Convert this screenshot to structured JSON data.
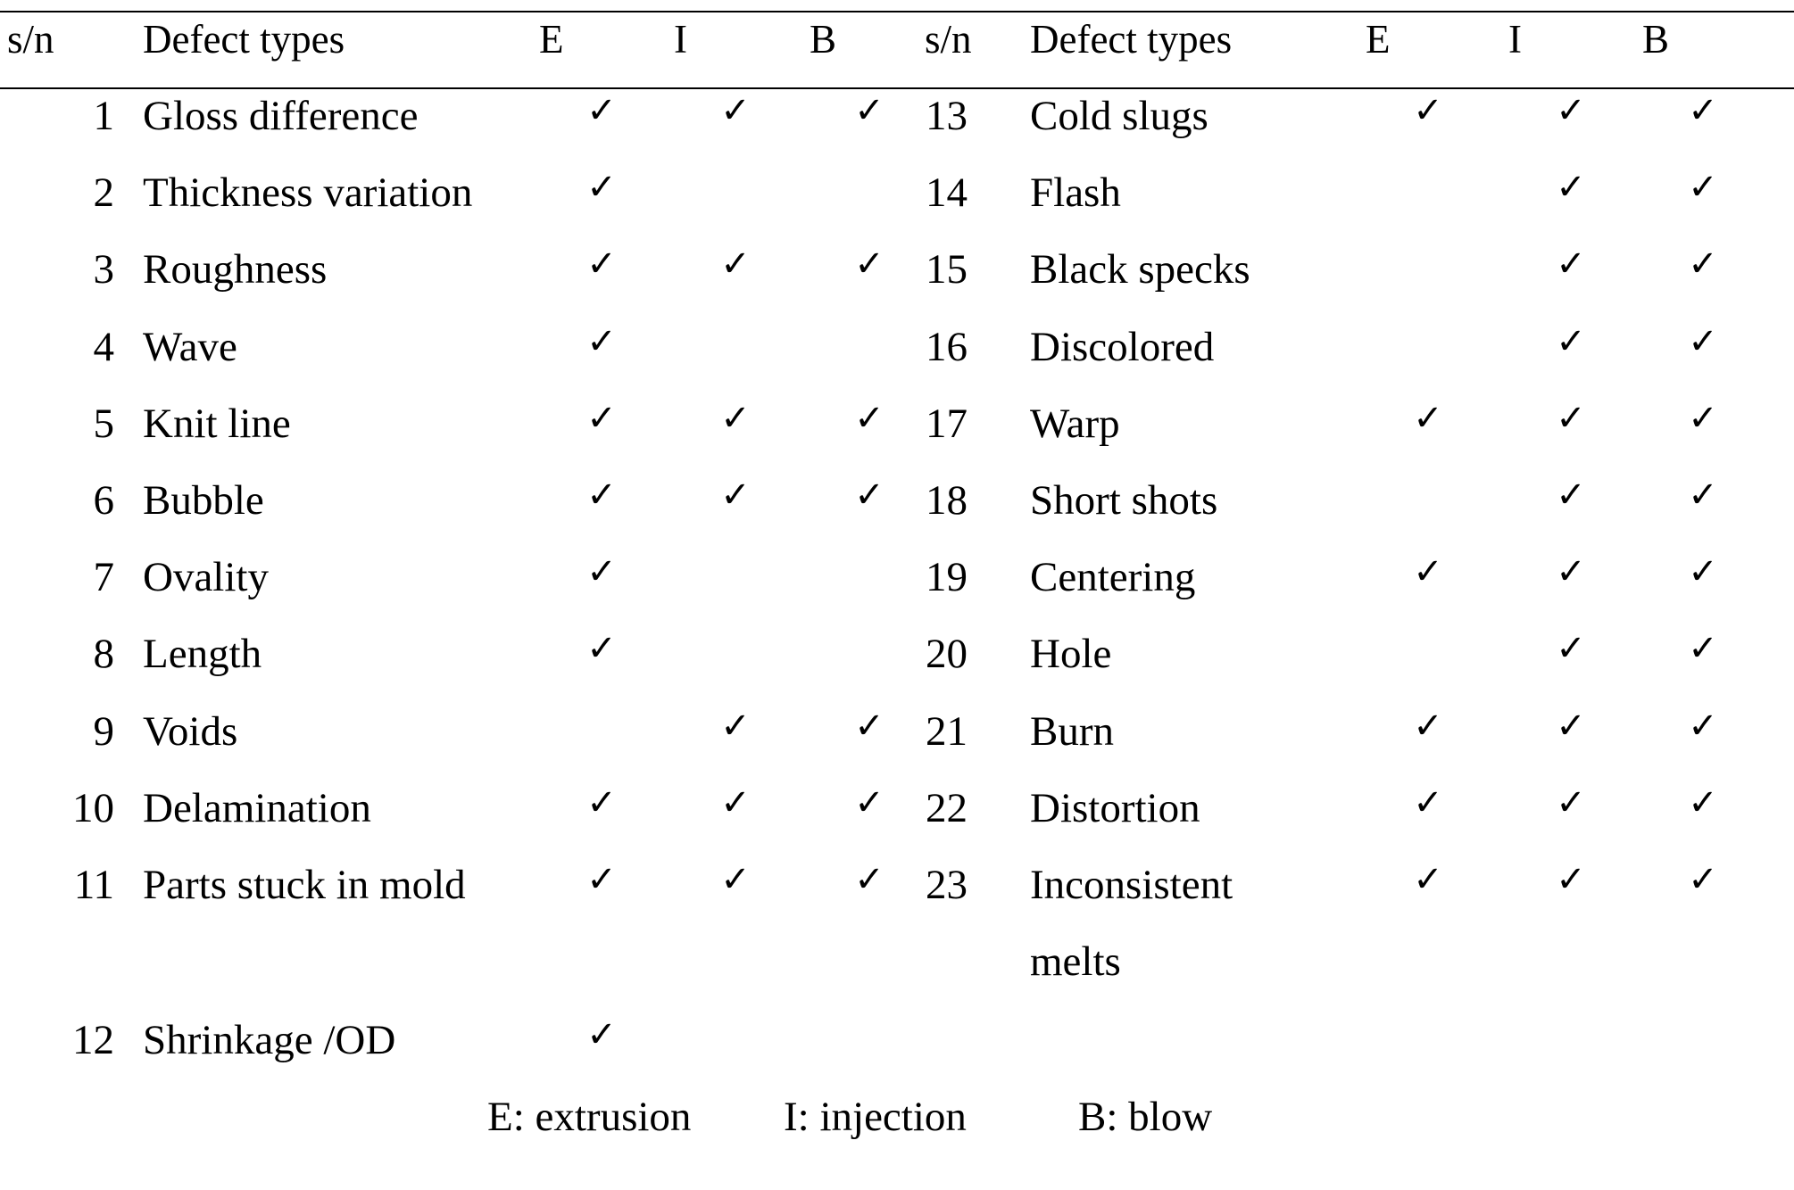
{
  "table": {
    "headers": {
      "left": {
        "sn": "s/n",
        "defect": "Defect types",
        "e": "E",
        "i": "I",
        "b": "B"
      },
      "right": {
        "sn": "s/n",
        "defect": "Defect types",
        "e": "E",
        "i": "I",
        "b": "B"
      }
    },
    "check_symbol": "✓",
    "rows": [
      {
        "sn": "1",
        "name": "Gloss difference",
        "e": true,
        "i": true,
        "b": true
      },
      {
        "sn": "2",
        "name": "Thickness variation",
        "e": true,
        "i": false,
        "b": false
      },
      {
        "sn": "3",
        "name": "Roughness",
        "e": true,
        "i": true,
        "b": true
      },
      {
        "sn": "4",
        "name": "Wave",
        "e": true,
        "i": false,
        "b": false
      },
      {
        "sn": "5",
        "name": "Knit line",
        "e": true,
        "i": true,
        "b": true
      },
      {
        "sn": "6",
        "name": "Bubble",
        "e": true,
        "i": true,
        "b": true
      },
      {
        "sn": "7",
        "name": "Ovality",
        "e": true,
        "i": false,
        "b": false
      },
      {
        "sn": "8",
        "name": "Length",
        "e": true,
        "i": false,
        "b": false
      },
      {
        "sn": "9",
        "name": "Voids",
        "e": false,
        "i": true,
        "b": true
      },
      {
        "sn": "10",
        "name": "Delamination",
        "e": true,
        "i": true,
        "b": true
      },
      {
        "sn": "11",
        "name": "Parts stuck in mold",
        "e": true,
        "i": true,
        "b": true
      },
      {
        "sn": "12",
        "name": "Shrinkage /OD",
        "e": true,
        "i": false,
        "b": false
      },
      {
        "sn": "13",
        "name": "Cold slugs",
        "e": true,
        "i": true,
        "b": true
      },
      {
        "sn": "14",
        "name": "Flash",
        "e": false,
        "i": true,
        "b": true
      },
      {
        "sn": "15",
        "name": "Black specks",
        "e": false,
        "i": true,
        "b": true
      },
      {
        "sn": "16",
        "name": "Discolored",
        "e": false,
        "i": true,
        "b": true
      },
      {
        "sn": "17",
        "name": "Warp",
        "e": true,
        "i": true,
        "b": true
      },
      {
        "sn": "18",
        "name": "Short shots",
        "e": false,
        "i": true,
        "b": true
      },
      {
        "sn": "19",
        "name": "Centering",
        "e": true,
        "i": true,
        "b": true
      },
      {
        "sn": "20",
        "name": "Hole",
        "e": false,
        "i": true,
        "b": true
      },
      {
        "sn": "21",
        "name": "Burn",
        "e": true,
        "i": true,
        "b": true
      },
      {
        "sn": "22",
        "name": "Distortion",
        "e": true,
        "i": true,
        "b": true
      },
      {
        "sn": "23",
        "name": "Inconsistent melts",
        "name_line1": "Inconsistent",
        "name_line2": "melts",
        "e": true,
        "i": true,
        "b": true
      }
    ]
  },
  "legend": {
    "e": "E: extrusion",
    "i": "I: injection",
    "b": "B: blow"
  }
}
